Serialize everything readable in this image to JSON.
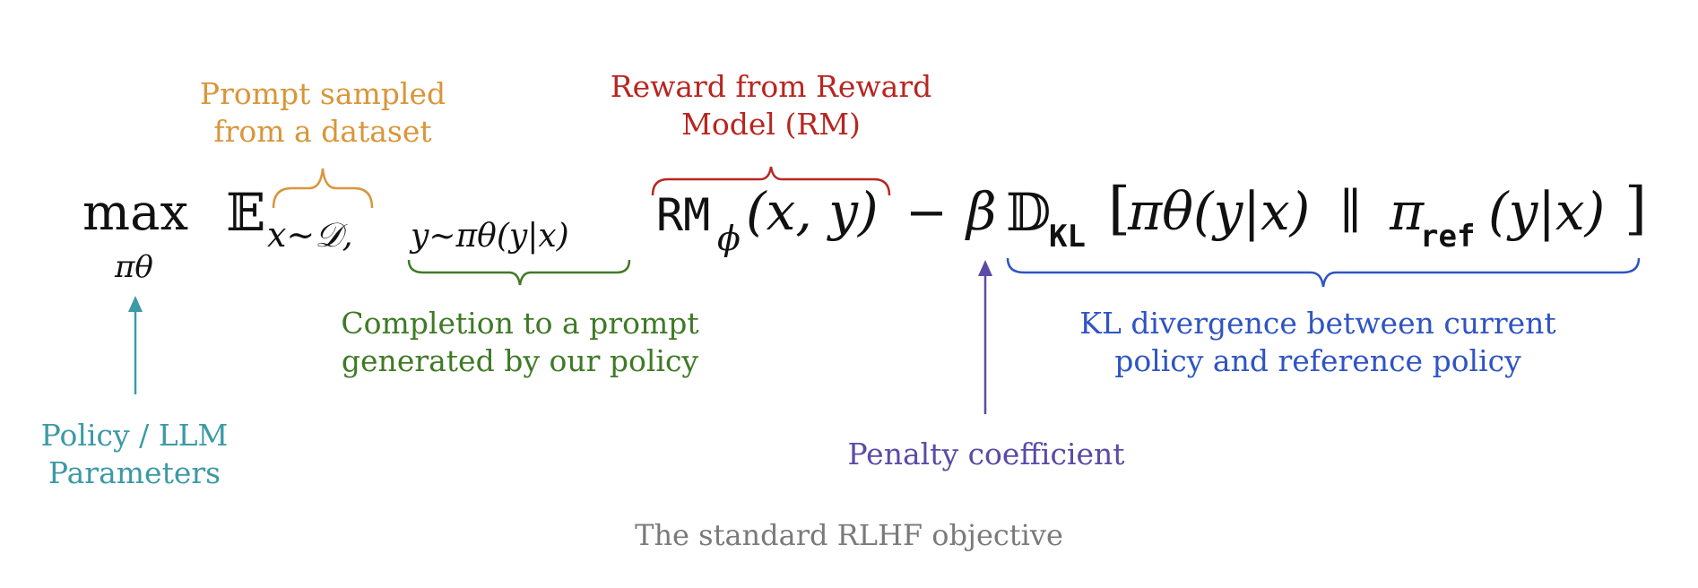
{
  "annotations": {
    "prompt": {
      "text": "Prompt sampled\nfrom a dataset",
      "color": "#d9963a"
    },
    "reward": {
      "text": "Reward from Reward\nModel (RM)",
      "color": "#b82620"
    },
    "completion": {
      "text": "Completion to a prompt\ngenerated by our policy",
      "color": "#3f7a26"
    },
    "kl": {
      "text": "KL divergence between current\npolicy and reference policy",
      "color": "#2f54c4"
    },
    "policy": {
      "text": "Policy / LLM\nParameters",
      "color": "#3c9aa5"
    },
    "penalty": {
      "text": "Penalty coefficient",
      "color": "#5b4aa6"
    }
  },
  "equation": {
    "max": "max",
    "max_sub": "πθ",
    "expect": "𝔼",
    "expect_sub_1": "x∼𝒟,",
    "expect_sub_2": "y∼πθ(y|x)",
    "rm": "RM",
    "rm_sub": "ϕ",
    "rm_args": "(x, y)",
    "minus": "−",
    "beta": "β",
    "dkl": "𝔻",
    "dkl_sub": "KL",
    "bracket_open": "[",
    "pi_theta": "πθ(y|x)",
    "parallel": "∥",
    "pi": "π",
    "ref": "ref",
    "pi_ref_args": "(y|x)",
    "bracket_close": "]"
  },
  "caption": "The standard RLHF objective"
}
